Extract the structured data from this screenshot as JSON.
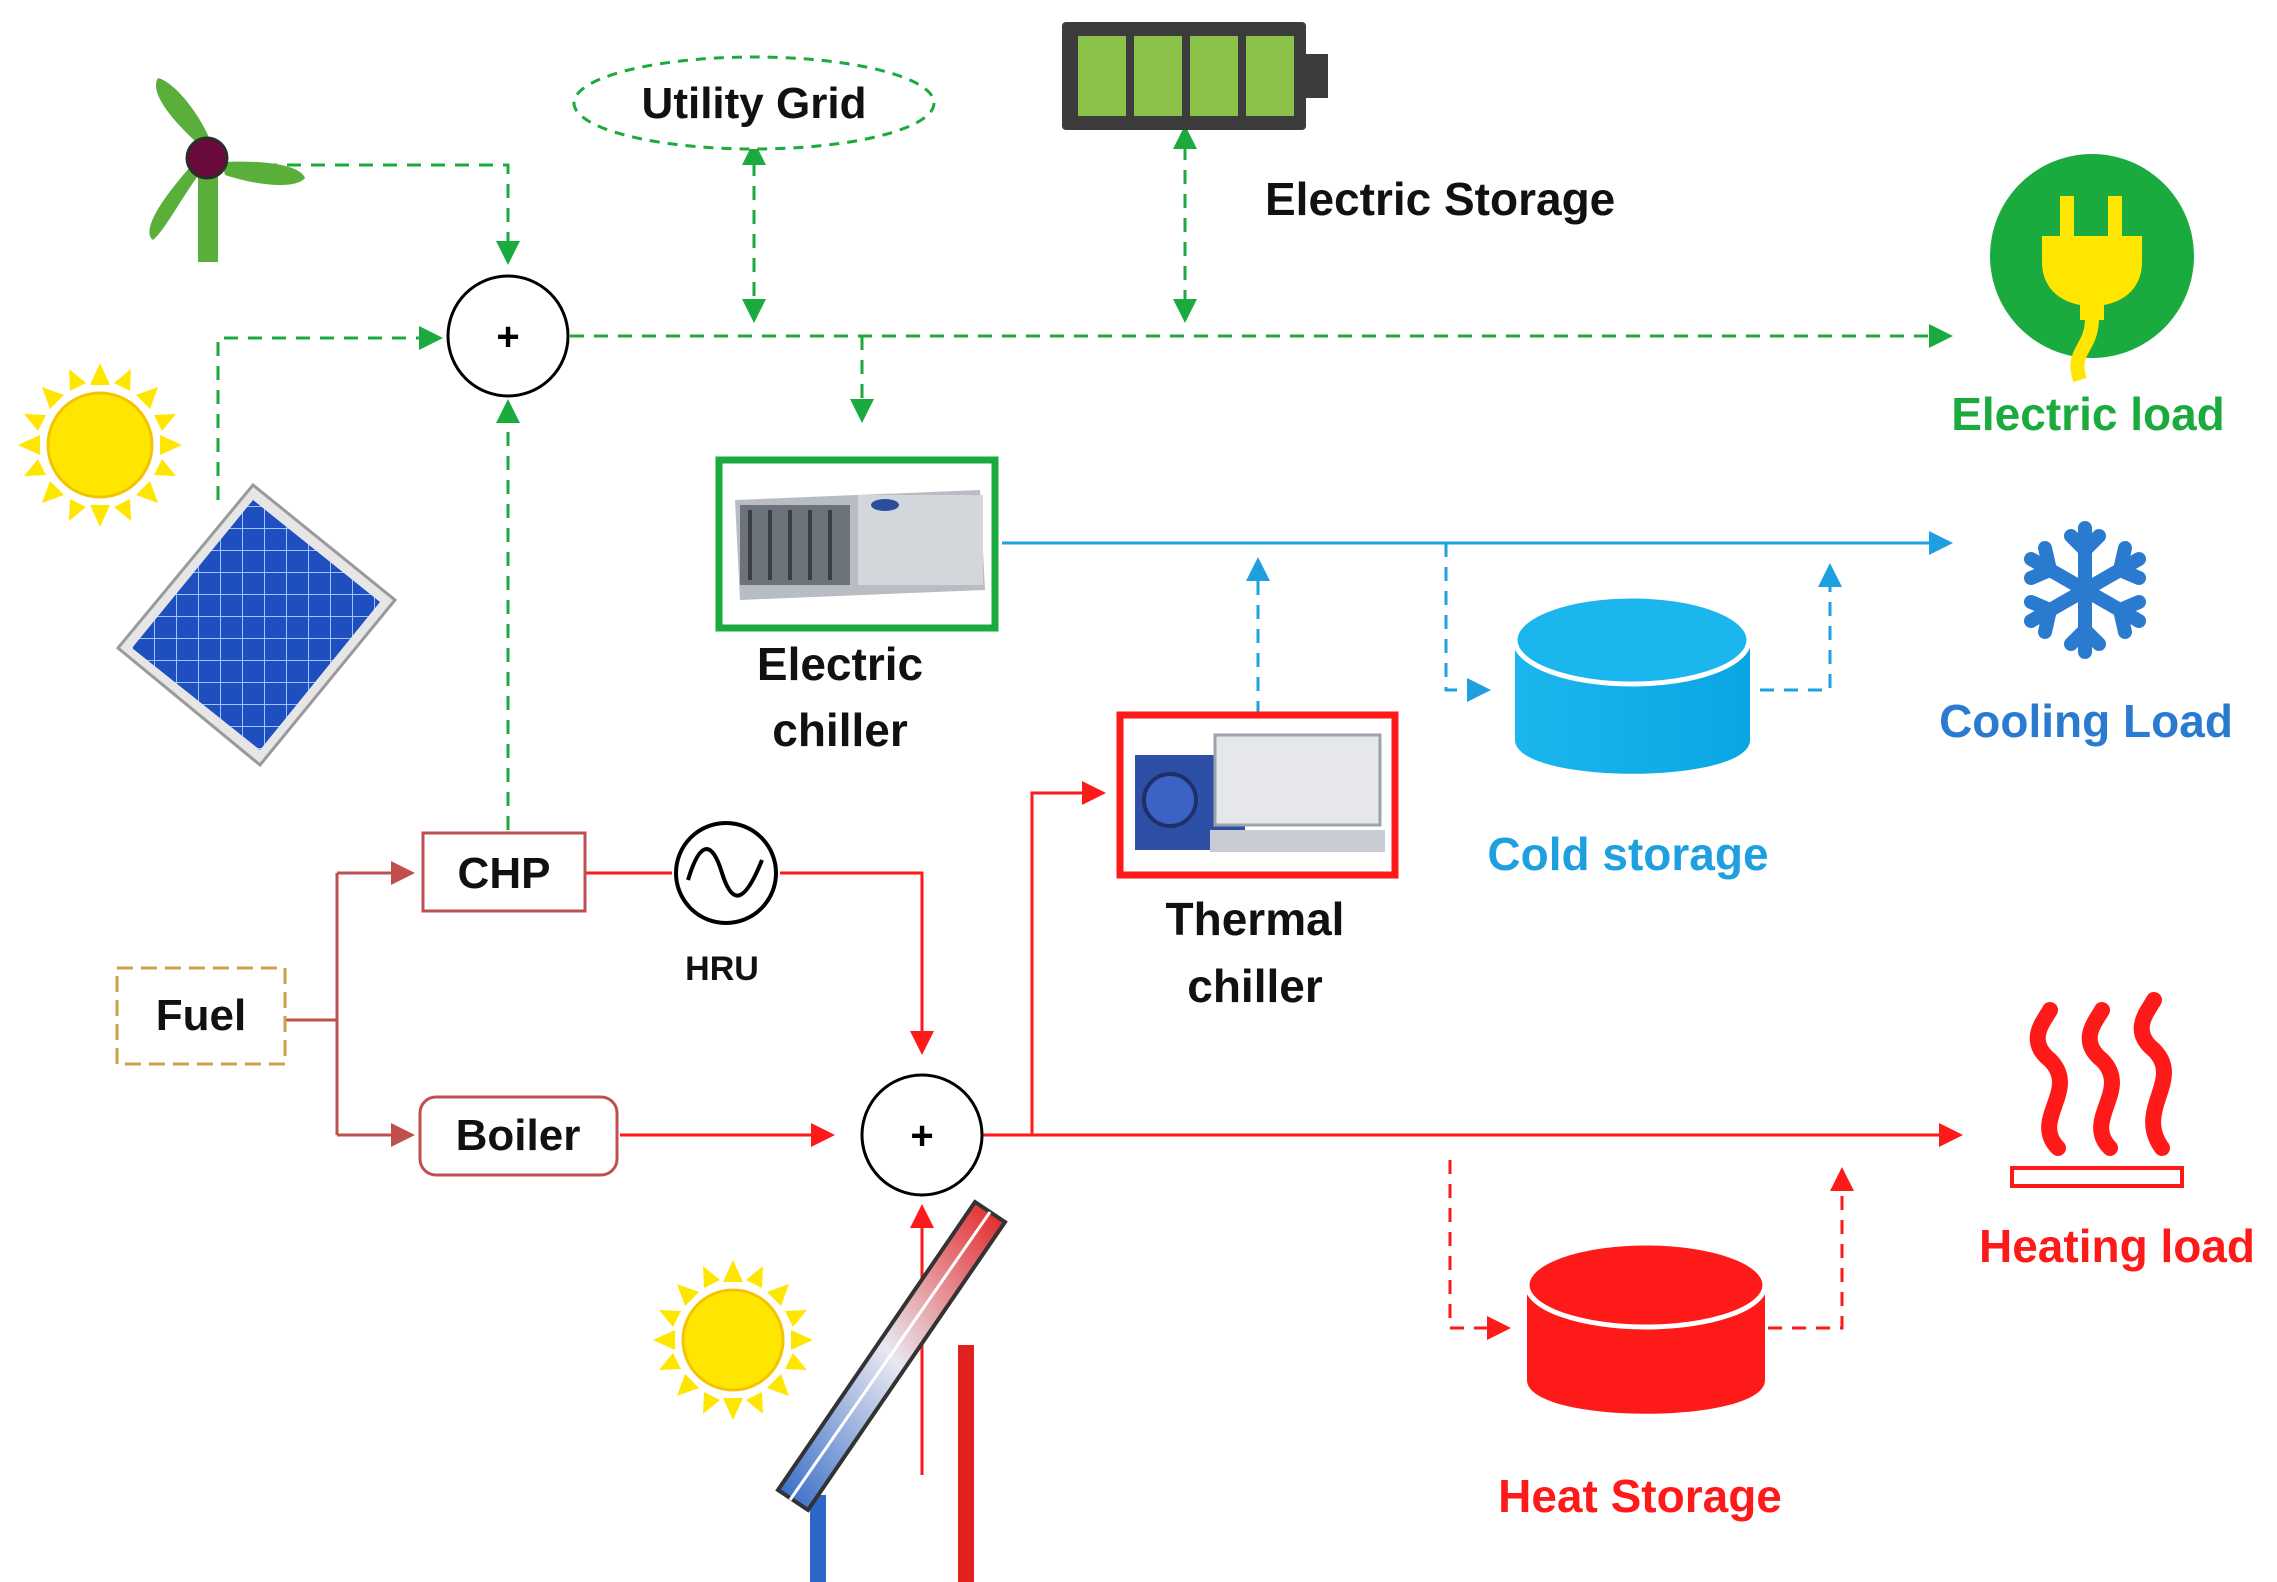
{
  "colors": {
    "green": "#1BAA3E",
    "blue": "#1E9FE0",
    "red": "#FF1A1A",
    "sun": "#FFE600",
    "dark_red": "#C0504D",
    "fuel_border": "#C9A24A",
    "dark_blue": "#2A7BD0"
  },
  "nodes": {
    "utility_grid": {
      "label": "Utility Grid"
    },
    "electric_storage": {
      "label": "Electric Storage"
    },
    "electric_load": {
      "label": "Electric load",
      "icon": "plug-icon"
    },
    "electric_chiller": {
      "line1": "Electric",
      "line2": "chiller"
    },
    "cooling_load": {
      "label": "Cooling Load",
      "icon": "snowflake-icon"
    },
    "cold_storage": {
      "label": "Cold storage"
    },
    "thermal_chiller": {
      "line1": "Thermal",
      "line2": "chiller"
    },
    "chp": {
      "label": "CHP"
    },
    "hru": {
      "label": "HRU"
    },
    "fuel": {
      "label": "Fuel"
    },
    "boiler": {
      "label": "Boiler"
    },
    "heating_load": {
      "label": "Heating load",
      "icon": "heat-icon"
    },
    "heat_storage": {
      "label": "Heat Storage"
    },
    "summing_junction": {
      "symbol": "+"
    }
  }
}
